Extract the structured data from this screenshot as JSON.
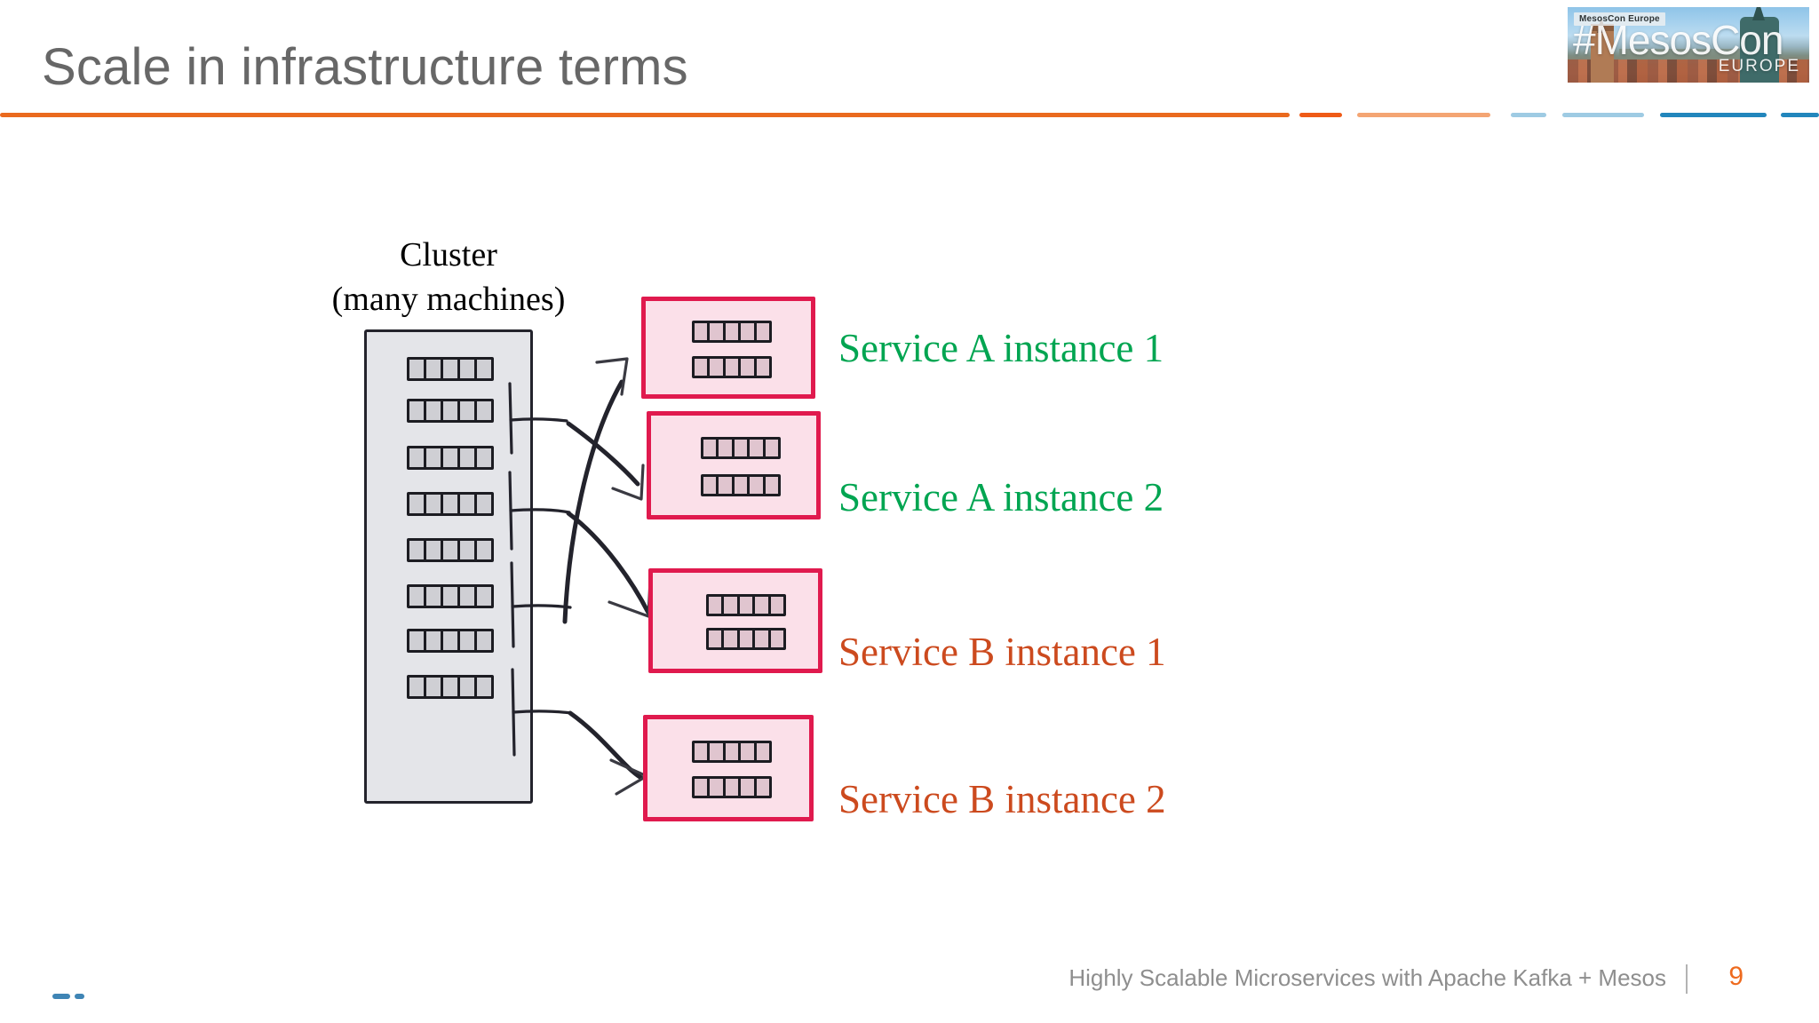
{
  "slide": {
    "title": "Scale in infrastructure terms",
    "page_number": "9",
    "footer_text": "Highly Scalable Microservices with Apache Kafka + Mesos"
  },
  "logo": {
    "badge": "MesosCon Europe",
    "wordmark": "#MesosCon",
    "region": "EUROPE"
  },
  "diagram": {
    "cluster": {
      "caption_line1": "Cluster",
      "caption_line2": "(many machines)",
      "machine_rows": 8,
      "cells_per_row": 5
    },
    "services": [
      {
        "label": "Service A instance 1",
        "color": "#00a551",
        "rack_rows": 2,
        "cells_per_row": 5
      },
      {
        "label": "Service A instance 2",
        "color": "#00a551",
        "rack_rows": 2,
        "cells_per_row": 5
      },
      {
        "label": "Service B instance 1",
        "color": "#cc4a1e",
        "rack_rows": 2,
        "cells_per_row": 5
      },
      {
        "label": "Service B instance 2",
        "color": "#cc4a1e",
        "rack_rows": 2,
        "cells_per_row": 5
      }
    ]
  },
  "colors": {
    "title_gray": "#676767",
    "accent_orange": "#ea6a1e",
    "accent_blue": "#2286bc",
    "service_border": "#e01a4e",
    "service_fill": "#fbe0e9",
    "cluster_fill": "#e4e5e9",
    "ink": "#23232c"
  }
}
